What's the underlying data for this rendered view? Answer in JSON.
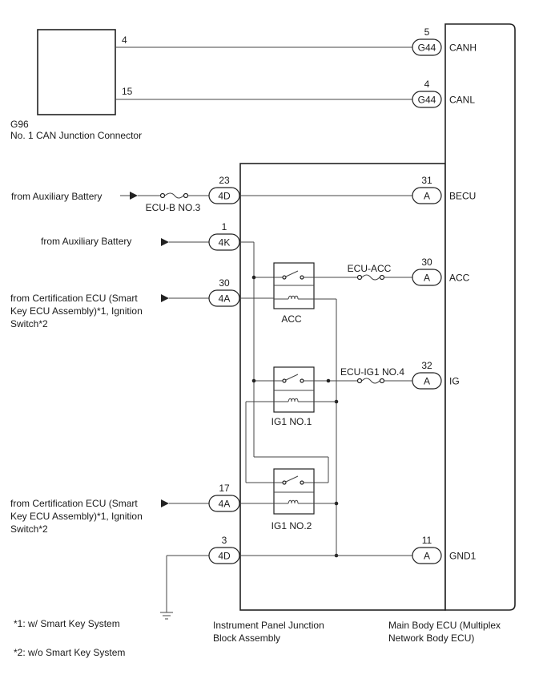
{
  "junction_connector": {
    "code": "G96",
    "name": "No. 1 CAN Junction Connector",
    "pin_canh": "4",
    "pin_canl": "15"
  },
  "ecu": {
    "name_line1": "Main Body ECU (Multiplex",
    "name_line2": "Network Body ECU)"
  },
  "jb": {
    "name_line1": "Instrument Panel Junction",
    "name_line2": "Block Assembly"
  },
  "canh": {
    "pin": "5",
    "connector": "G44",
    "label": "CANH"
  },
  "canl": {
    "pin": "4",
    "connector": "G44",
    "label": "CANL"
  },
  "becu": {
    "src": "from Auxiliary Battery",
    "fuse": "ECU-B NO.3",
    "jb_pin": "23",
    "jb_conn": "4D",
    "ecu_pin": "31",
    "ecu_conn": "A",
    "label": "BECU"
  },
  "aux2": {
    "src": "from Auxiliary Battery",
    "jb_pin": "1",
    "jb_conn": "4K"
  },
  "acc": {
    "src_line1": "from Certification ECU (Smart",
    "src_line2": "Key ECU Assembly)*1, Ignition",
    "src_line3": "Switch*2",
    "jb_pin": "30",
    "jb_conn": "4A",
    "relay": "ACC",
    "fuse": "ECU-ACC",
    "ecu_pin": "30",
    "ecu_conn": "A",
    "label": "ACC"
  },
  "ig": {
    "relay": "IG1 NO.1",
    "fuse": "ECU-IG1 NO.4",
    "ecu_pin": "32",
    "ecu_conn": "A",
    "label": "IG"
  },
  "ig2": {
    "src_line1": "from Certification ECU (Smart",
    "src_line2": "Key ECU Assembly)*1, Ignition",
    "src_line3": "Switch*2",
    "jb_pin": "17",
    "jb_conn": "4A",
    "relay": "IG1 NO.2"
  },
  "gnd": {
    "jb_pin": "3",
    "jb_conn": "4D",
    "ecu_pin": "11",
    "ecu_conn": "A",
    "label": "GND1"
  },
  "notes": {
    "note1": "*1: w/ Smart Key System",
    "note2": "*2: w/o Smart Key System"
  }
}
